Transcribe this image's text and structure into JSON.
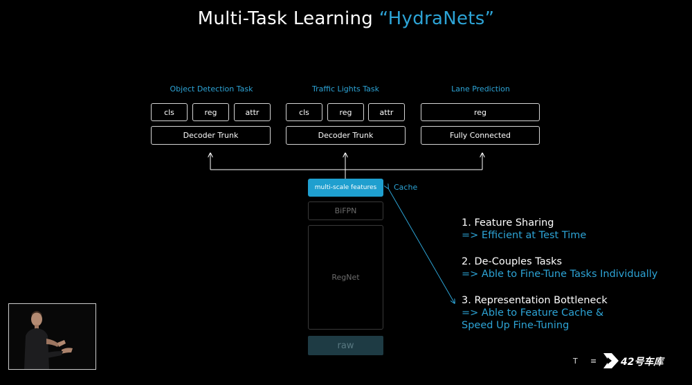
{
  "title": {
    "main": "Multi-Task Learning ",
    "highlight": "“HydraNets”"
  },
  "tasks": [
    {
      "title": "Object Detection Task",
      "heads": [
        "cls",
        "reg",
        "attr"
      ],
      "trunk": "Decoder Trunk"
    },
    {
      "title": "Traffic Lights Task",
      "heads": [
        "cls",
        "reg",
        "attr"
      ],
      "trunk": "Decoder Trunk"
    },
    {
      "title": "Lane Prediction",
      "heads": [
        "reg"
      ],
      "trunk": "Fully Connected"
    }
  ],
  "backbone": {
    "features": "multi-scale features",
    "bifpn": "BiFPN",
    "regnet": "RegNet",
    "raw": "raw",
    "cache": "Cache"
  },
  "points": [
    {
      "head": "1. Feature Sharing",
      "sub": [
        "=> Efficient at Test Time"
      ]
    },
    {
      "head": "2. De-Couples Tasks",
      "sub": [
        "=> Able to Fine-Tune Tasks Individually"
      ]
    },
    {
      "head": "3. Representation Bottleneck",
      "sub": [
        "=> Able to Feature Cache &",
        "Speed Up Fine-Tuning"
      ]
    }
  ],
  "footer": {
    "t": "T",
    "eq": "≡",
    "logo_text": "42号车库"
  },
  "colors": {
    "accent": "#2da4d6",
    "feature_box": "#1f9fcf",
    "raw_box": "#1e3b44",
    "background": "#000000"
  },
  "icons": {
    "speaker": "speaker-video-icon",
    "logo": "channel-logo-icon"
  }
}
